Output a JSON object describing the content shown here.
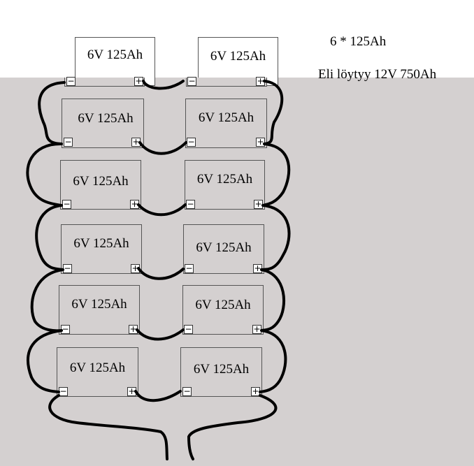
{
  "notes": {
    "total": "6 * 125Ah",
    "result": "Eli löytyy 12V 750Ah"
  },
  "battery_label": "6V 125Ah",
  "terminal_minus": "−",
  "terminal_plus": "+",
  "colors": {
    "background_gray": "#d4d0d0",
    "wire": "#000000",
    "battery_border": "#555555"
  }
}
